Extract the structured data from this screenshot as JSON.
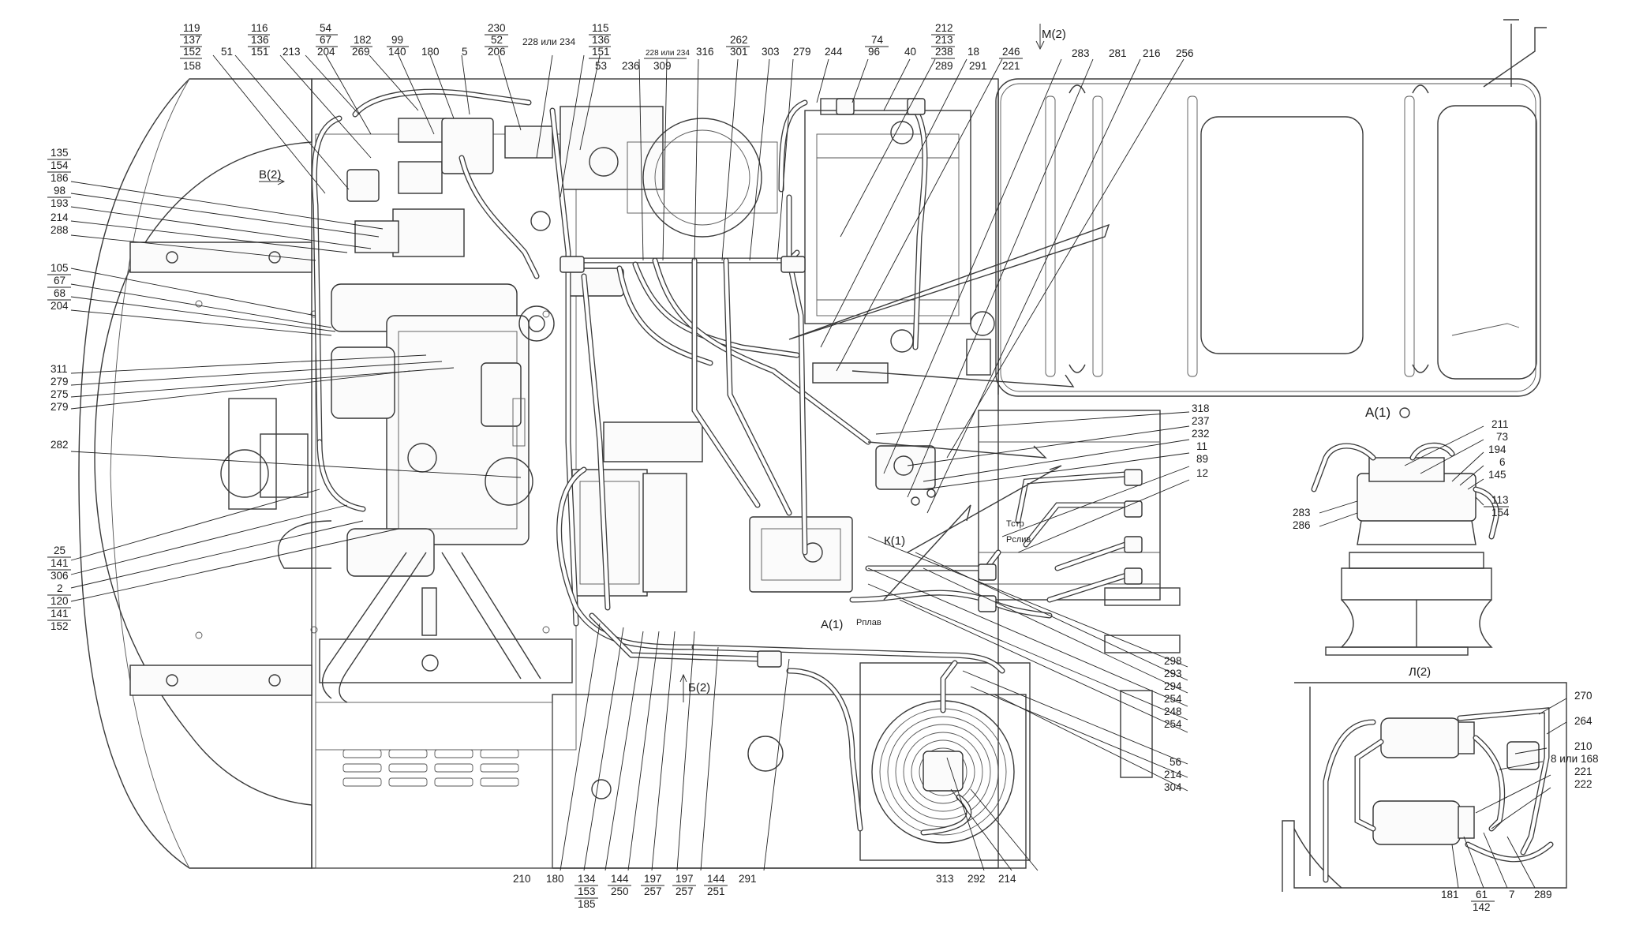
{
  "callouts": {
    "top": [
      {
        "label": "119"
      },
      {
        "label": "137"
      },
      {
        "label": "152"
      },
      {
        "label": "158"
      },
      {
        "label": "51"
      },
      {
        "label": "116"
      },
      {
        "label": "136"
      },
      {
        "label": "151"
      },
      {
        "label": "213"
      },
      {
        "label": "54"
      },
      {
        "label": "67"
      },
      {
        "label": "204"
      },
      {
        "label": "182"
      },
      {
        "label": "269"
      },
      {
        "label": "99"
      },
      {
        "label": "140"
      },
      {
        "label": "180"
      },
      {
        "label": "5"
      },
      {
        "label": "230"
      },
      {
        "label": "52"
      },
      {
        "label": "206"
      },
      {
        "label": "228 или 234"
      },
      {
        "label": "115"
      },
      {
        "label": "136"
      },
      {
        "label": "151"
      },
      {
        "label": "53"
      },
      {
        "label": "236"
      },
      {
        "label": "228 или 234"
      },
      {
        "label": "309"
      },
      {
        "label": "316"
      },
      {
        "label": "262"
      },
      {
        "label": "301"
      },
      {
        "label": "303"
      },
      {
        "label": "279"
      },
      {
        "label": "244"
      },
      {
        "label": "74"
      },
      {
        "label": "96"
      },
      {
        "label": "40"
      },
      {
        "label": "212"
      },
      {
        "label": "213"
      },
      {
        "label": "238"
      },
      {
        "label": "289"
      },
      {
        "label": "18"
      },
      {
        "label": "291"
      },
      {
        "label": "246"
      },
      {
        "label": "221"
      },
      {
        "label": "283"
      },
      {
        "label": "281"
      },
      {
        "label": "216"
      },
      {
        "label": "256"
      }
    ],
    "left": [
      {
        "label": "135"
      },
      {
        "label": "154"
      },
      {
        "label": "186"
      },
      {
        "label": "98"
      },
      {
        "label": "193"
      },
      {
        "label": "214"
      },
      {
        "label": "288"
      },
      {
        "label": "105"
      },
      {
        "label": "67"
      },
      {
        "label": "68"
      },
      {
        "label": "204"
      },
      {
        "label": "311"
      },
      {
        "label": "279"
      },
      {
        "label": "275"
      },
      {
        "label": "279"
      },
      {
        "label": "282"
      },
      {
        "label": "25"
      },
      {
        "label": "141"
      },
      {
        "label": "306"
      },
      {
        "label": "2"
      },
      {
        "label": "120"
      },
      {
        "label": "141"
      },
      {
        "label": "152"
      }
    ],
    "bottom": [
      {
        "label": "210"
      },
      {
        "label": "180"
      },
      {
        "label": "134"
      },
      {
        "label": "153"
      },
      {
        "label": "185"
      },
      {
        "label": "144"
      },
      {
        "label": "250"
      },
      {
        "label": "197"
      },
      {
        "label": "257"
      },
      {
        "label": "197"
      },
      {
        "label": "257"
      },
      {
        "label": "144"
      },
      {
        "label": "251"
      },
      {
        "label": "291"
      },
      {
        "label": "313"
      },
      {
        "label": "292"
      },
      {
        "label": "214"
      }
    ],
    "right": [
      {
        "label": "318"
      },
      {
        "label": "237"
      },
      {
        "label": "232"
      },
      {
        "label": "11"
      },
      {
        "label": "89"
      },
      {
        "label": "12"
      },
      {
        "label": "298"
      },
      {
        "label": "293"
      },
      {
        "label": "294"
      },
      {
        "label": "254"
      },
      {
        "label": "248"
      },
      {
        "label": "254"
      },
      {
        "label": "56"
      },
      {
        "label": "214"
      },
      {
        "label": "304"
      }
    ],
    "viewA": [
      {
        "label": "211"
      },
      {
        "label": "73"
      },
      {
        "label": "194"
      },
      {
        "label": "6"
      },
      {
        "label": "145"
      },
      {
        "label": "113"
      },
      {
        "label": "154"
      },
      {
        "label": "283"
      },
      {
        "label": "286"
      }
    ],
    "viewL": [
      {
        "label": "270"
      },
      {
        "label": "264"
      },
      {
        "label": "210"
      },
      {
        "label": "8 или 168"
      },
      {
        "label": "221"
      },
      {
        "label": "222"
      },
      {
        "label": "181"
      },
      {
        "label": "61"
      },
      {
        "label": "142"
      },
      {
        "label": "7"
      },
      {
        "label": "289"
      }
    ]
  },
  "view_markers": {
    "M": "М(2)",
    "B": "В(2)",
    "K": "К(1)",
    "A": "А(1)",
    "Б": "Б(2)",
    "A_view_title": "А(1)",
    "L_view_title": "Л(2)"
  },
  "annotations": {
    "tstr": "Тстр",
    "rstr": "Рслив",
    "rpl": "Рплав"
  }
}
